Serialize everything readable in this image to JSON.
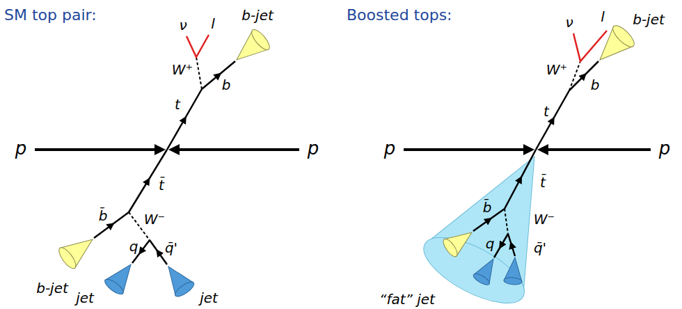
{
  "diagram": {
    "labels": [
      "SM top pair:",
      "ν",
      "l",
      "b-jet",
      "W⁺",
      "t",
      "b",
      "p",
      "p",
      "t̄",
      "b̄",
      "W⁻",
      "q",
      "q̄'",
      "b-jet",
      "jet",
      "jet",
      "Boosted tops:",
      "ν",
      "l",
      "b-jet",
      "W⁺",
      "b",
      "t",
      "p",
      "p",
      "t̄",
      "b̄",
      "W⁻",
      "q",
      "q̄'",
      "“fat” jet"
    ]
  }
}
